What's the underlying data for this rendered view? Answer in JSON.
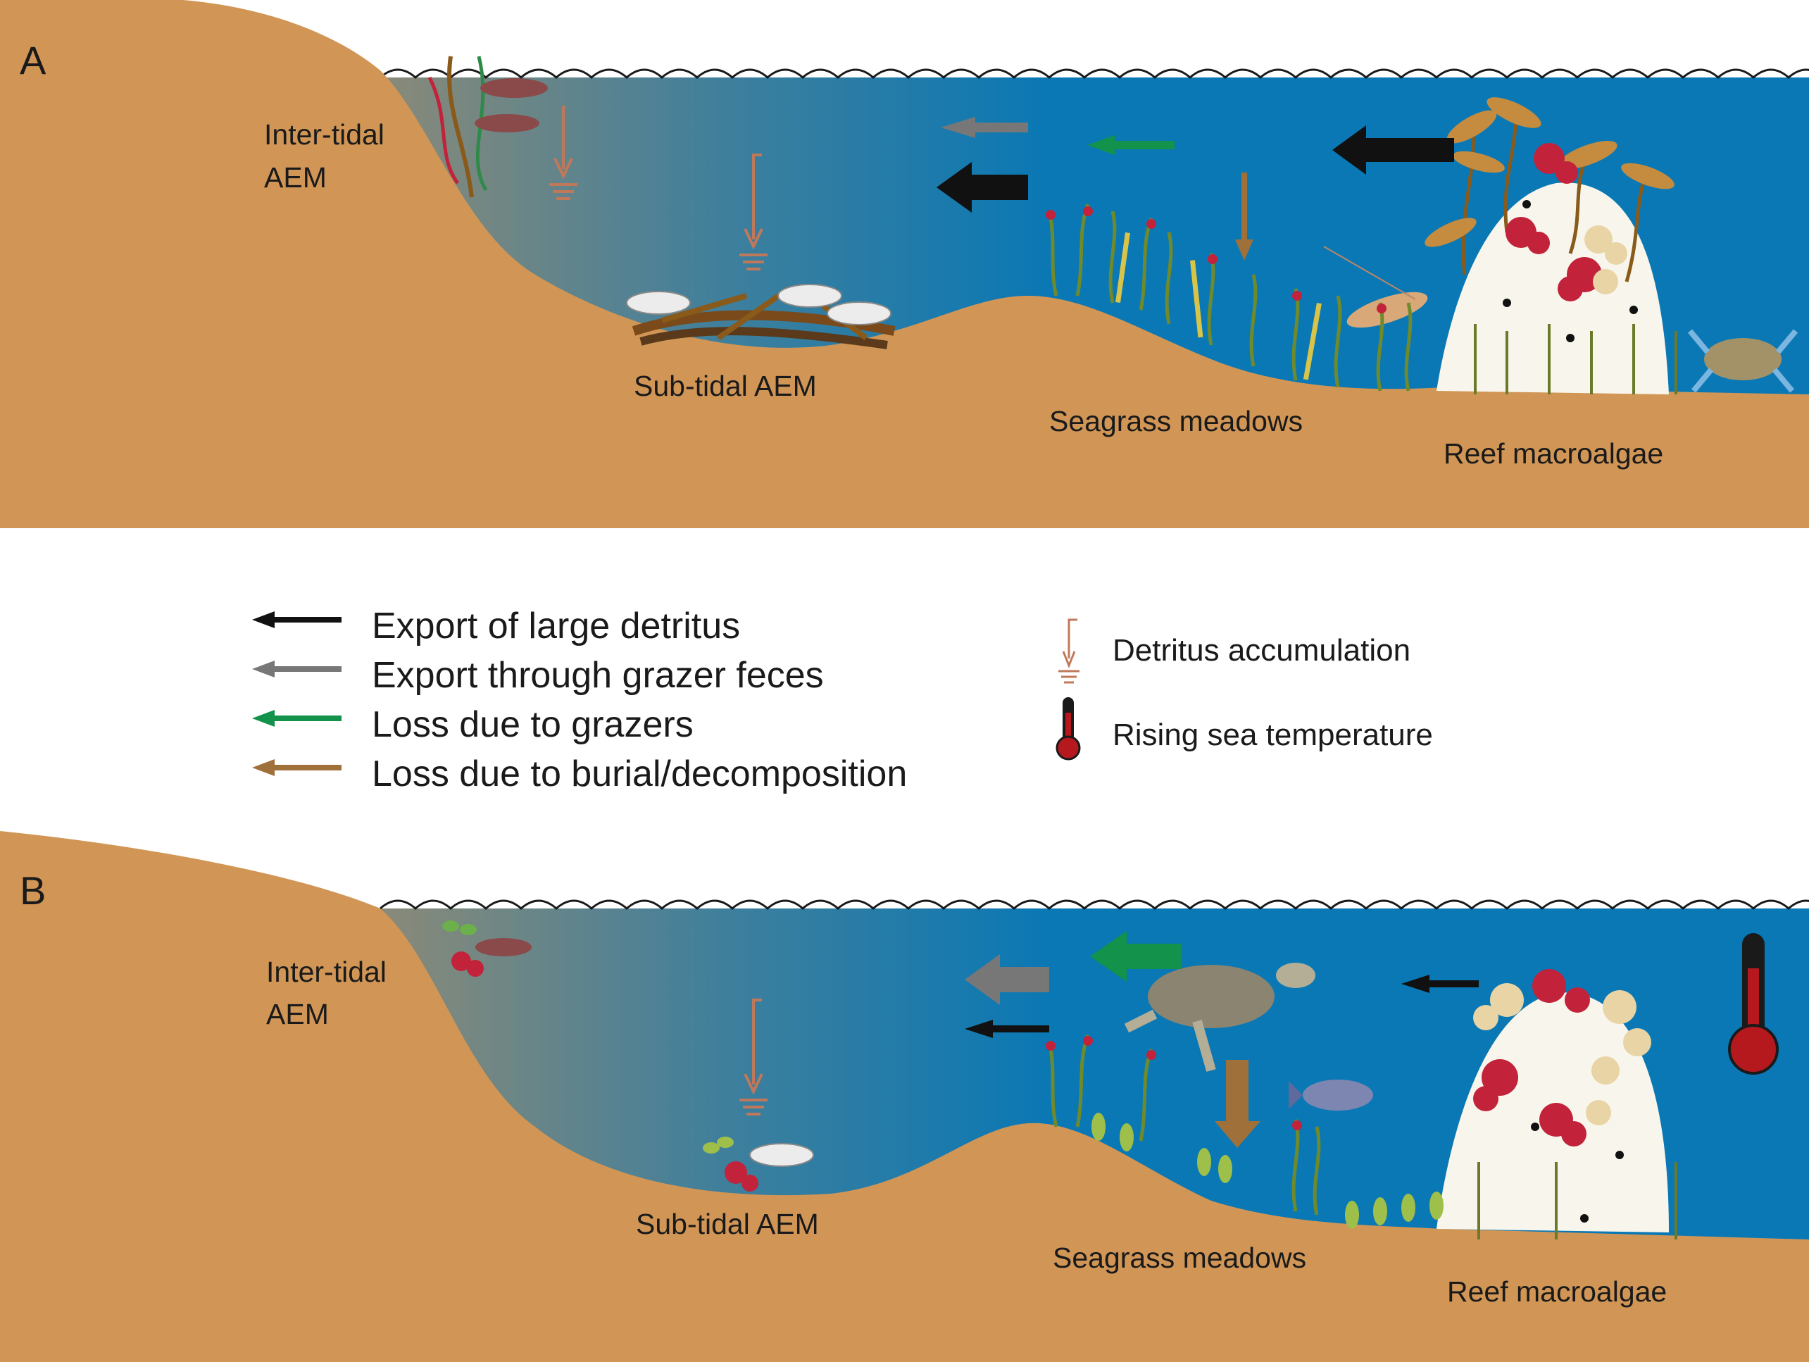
{
  "panel_a": {
    "letter": "A",
    "intertidal_line1": "Inter-tidal",
    "intertidal_line2": "AEM",
    "subtidal": "Sub-tidal AEM",
    "seagrass": "Seagrass meadows",
    "reef": "Reef macroalgae"
  },
  "panel_b": {
    "letter": "B",
    "intertidal_line1": "Inter-tidal",
    "intertidal_line2": "AEM",
    "subtidal": "Sub-tidal AEM",
    "seagrass": "Seagrass meadows",
    "reef": "Reef macroalgae"
  },
  "legend": {
    "export_large": "Export of large detritus",
    "export_feces": "Export through grazer feces",
    "loss_grazers": "Loss due to grazers",
    "loss_burial": "Loss due to burial/decomposition",
    "accumulation": "Detritus accumulation",
    "temperature": "Rising sea temperature"
  },
  "colors": {
    "sand": "#d19656",
    "ocean": "#0a78b4",
    "ocean_shallow": "#8a8a78",
    "export_large": "#111111",
    "export_feces": "#777777",
    "loss_grazers": "#12924a",
    "loss_burial": "#a0703a",
    "accumulation": "#c0785a",
    "temperature": "#b5191e"
  },
  "icons": {
    "accumulation": "detritus-accumulation-icon",
    "temperature": "thermometer-icon"
  }
}
